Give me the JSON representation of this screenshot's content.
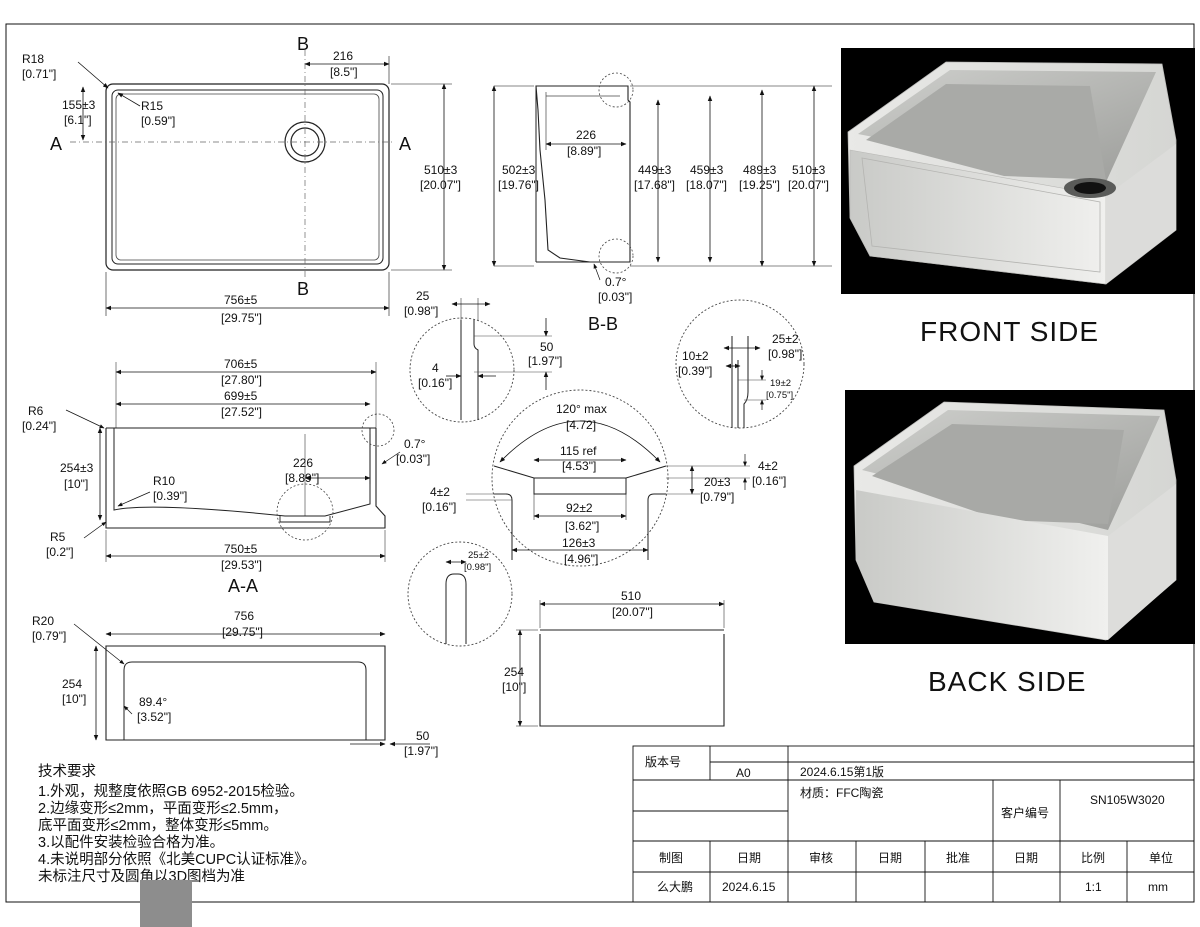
{
  "top_view": {
    "section_a_left": "A",
    "section_a_right": "A",
    "section_b_top": "B",
    "section_b_bottom": "B",
    "r18": "R18",
    "r18_in": "[0.71\"]",
    "d155": "155±3",
    "d155_in": "[6.1\"]",
    "r15": "R15",
    "r15_in": "[0.59\"]",
    "d216": "216",
    "d216_in": "[8.5\"]",
    "d756": "756±5",
    "d756_in": "[29.75\"]",
    "d510": "510±3",
    "d510_in": "[20.07\"]"
  },
  "section_bb": {
    "title": "B-B",
    "d502": "502±3",
    "d502_in": "[19.76\"]",
    "d226": "226",
    "d226_in": "[8.89\"]",
    "d449": "449±3",
    "d449_in": "[17.68\"]",
    "d459": "459±3",
    "d459_in": "[18.07\"]",
    "d489": "489±3",
    "d489_in": "[19.25\"]",
    "d510": "510±3",
    "d510_in": "[20.07\"]",
    "angle": "0.7°",
    "angle_in": "[0.03\"]"
  },
  "detail_top": {
    "d25": "25",
    "d25_in": "[0.98\"]",
    "d50": "50",
    "d50_in": "[1.97\"]",
    "d4": "4",
    "d4_in": "[0.16\"]"
  },
  "detail_right": {
    "d10": "10±2",
    "d10_in": "[0.39\"]",
    "d25": "25±2",
    "d25_in": "[0.98\"]",
    "d19": "19±2",
    "d19_in": "[0.75\"]"
  },
  "detail_drain": {
    "angle": "120° max",
    "angle_in": "[4.72]",
    "d115": "115 ref",
    "d115_in": "[4.53\"]",
    "d92": "92±2",
    "d92_in": "[3.62\"]",
    "d126": "126±3",
    "d126_in": "[4.96\"]",
    "d20": "20±3",
    "d20_in": "[0.79\"]",
    "d4r": "4±2",
    "d4r_in": "[0.16\"]",
    "d4l": "4±2",
    "d4l_in": "[0.16\"]"
  },
  "detail_bottom": {
    "d25": "25±2",
    "d25_in": "[0.98\"]"
  },
  "section_aa": {
    "title": "A-A",
    "d706": "706±5",
    "d706_in": "[27.80\"]",
    "d699": "699±5",
    "d699_in": "[27.52\"]",
    "r6": "R6",
    "r6_in": "[0.24\"]",
    "d254": "254±3",
    "d254_in": "[10\"]",
    "r10": "R10",
    "r10_in": "[0.39\"]",
    "d226": "226",
    "d226_in": "[8.89\"]",
    "angle": "0.7°",
    "angle_in": "[0.03\"]",
    "r5": "R5",
    "r5_in": "[0.2\"]",
    "d750": "750±5",
    "d750_in": "[29.53\"]"
  },
  "front_view": {
    "r20": "R20",
    "r20_in": "[0.79\"]",
    "d756": "756",
    "d756_in": "[29.75\"]",
    "d254": "254",
    "d254_in": "[10\"]",
    "angle": "89.4°",
    "angle_in": "[3.52\"]",
    "d50": "50",
    "d50_in": "[1.97\"]"
  },
  "side_view": {
    "d510": "510",
    "d510_in": "[20.07\"]",
    "d254": "254",
    "d254_in": "[10\"]"
  },
  "renders": {
    "front_label": "FRONT  SIDE",
    "back_label": "BACK  SIDE"
  },
  "notes": {
    "title": "技术要求",
    "lines": [
      "1.外观，规整度依照GB 6952-2015检验。",
      "2.边缘变形≤2mm，平面变形≤2.5mm，",
      "底平面变形≤2mm，整体变形≤5mm。",
      "3.以配件安装检验合格为准。",
      "4.未说明部分依照《北美CUPC认证标准》。",
      "未标注尺寸及圆角以3D图档为准"
    ]
  },
  "title_block": {
    "version_label": "版本号",
    "version_value": "A0",
    "version_note": "2024.6.15第1版",
    "material": "材质：FFC陶瓷",
    "customer_label": "客户编号",
    "model_no": "SN105W3020",
    "headers": [
      "制图",
      "日期",
      "审核",
      "日期",
      "批准",
      "日期",
      "比例",
      "单位"
    ],
    "values": [
      "么大鹏",
      "2024.6.15",
      "",
      "",
      "",
      "",
      "1:1",
      "mm"
    ]
  }
}
